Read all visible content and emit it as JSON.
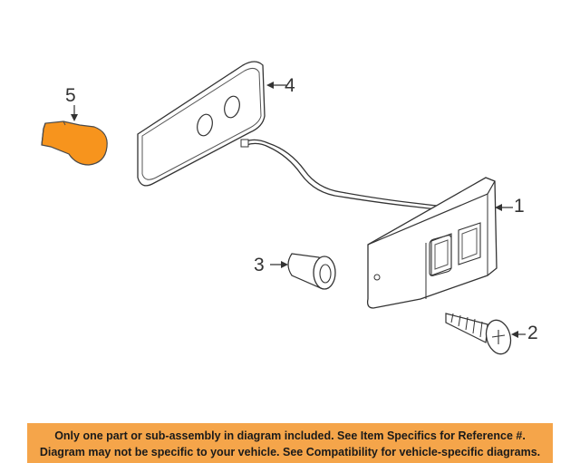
{
  "callouts": {
    "part_1": "1",
    "part_2": "2",
    "part_3": "3",
    "part_4": "4",
    "part_5": "5"
  },
  "banner": {
    "line1": "Only one part or sub-assembly in diagram included. See Item Specifics for Reference #.",
    "line2": "Diagram may not be specific to your vehicle. See Compatibility for vehicle-specific diagrams.",
    "background": "#f5a54a"
  },
  "colors": {
    "bulb": "#f7941d",
    "line": "#333333"
  }
}
